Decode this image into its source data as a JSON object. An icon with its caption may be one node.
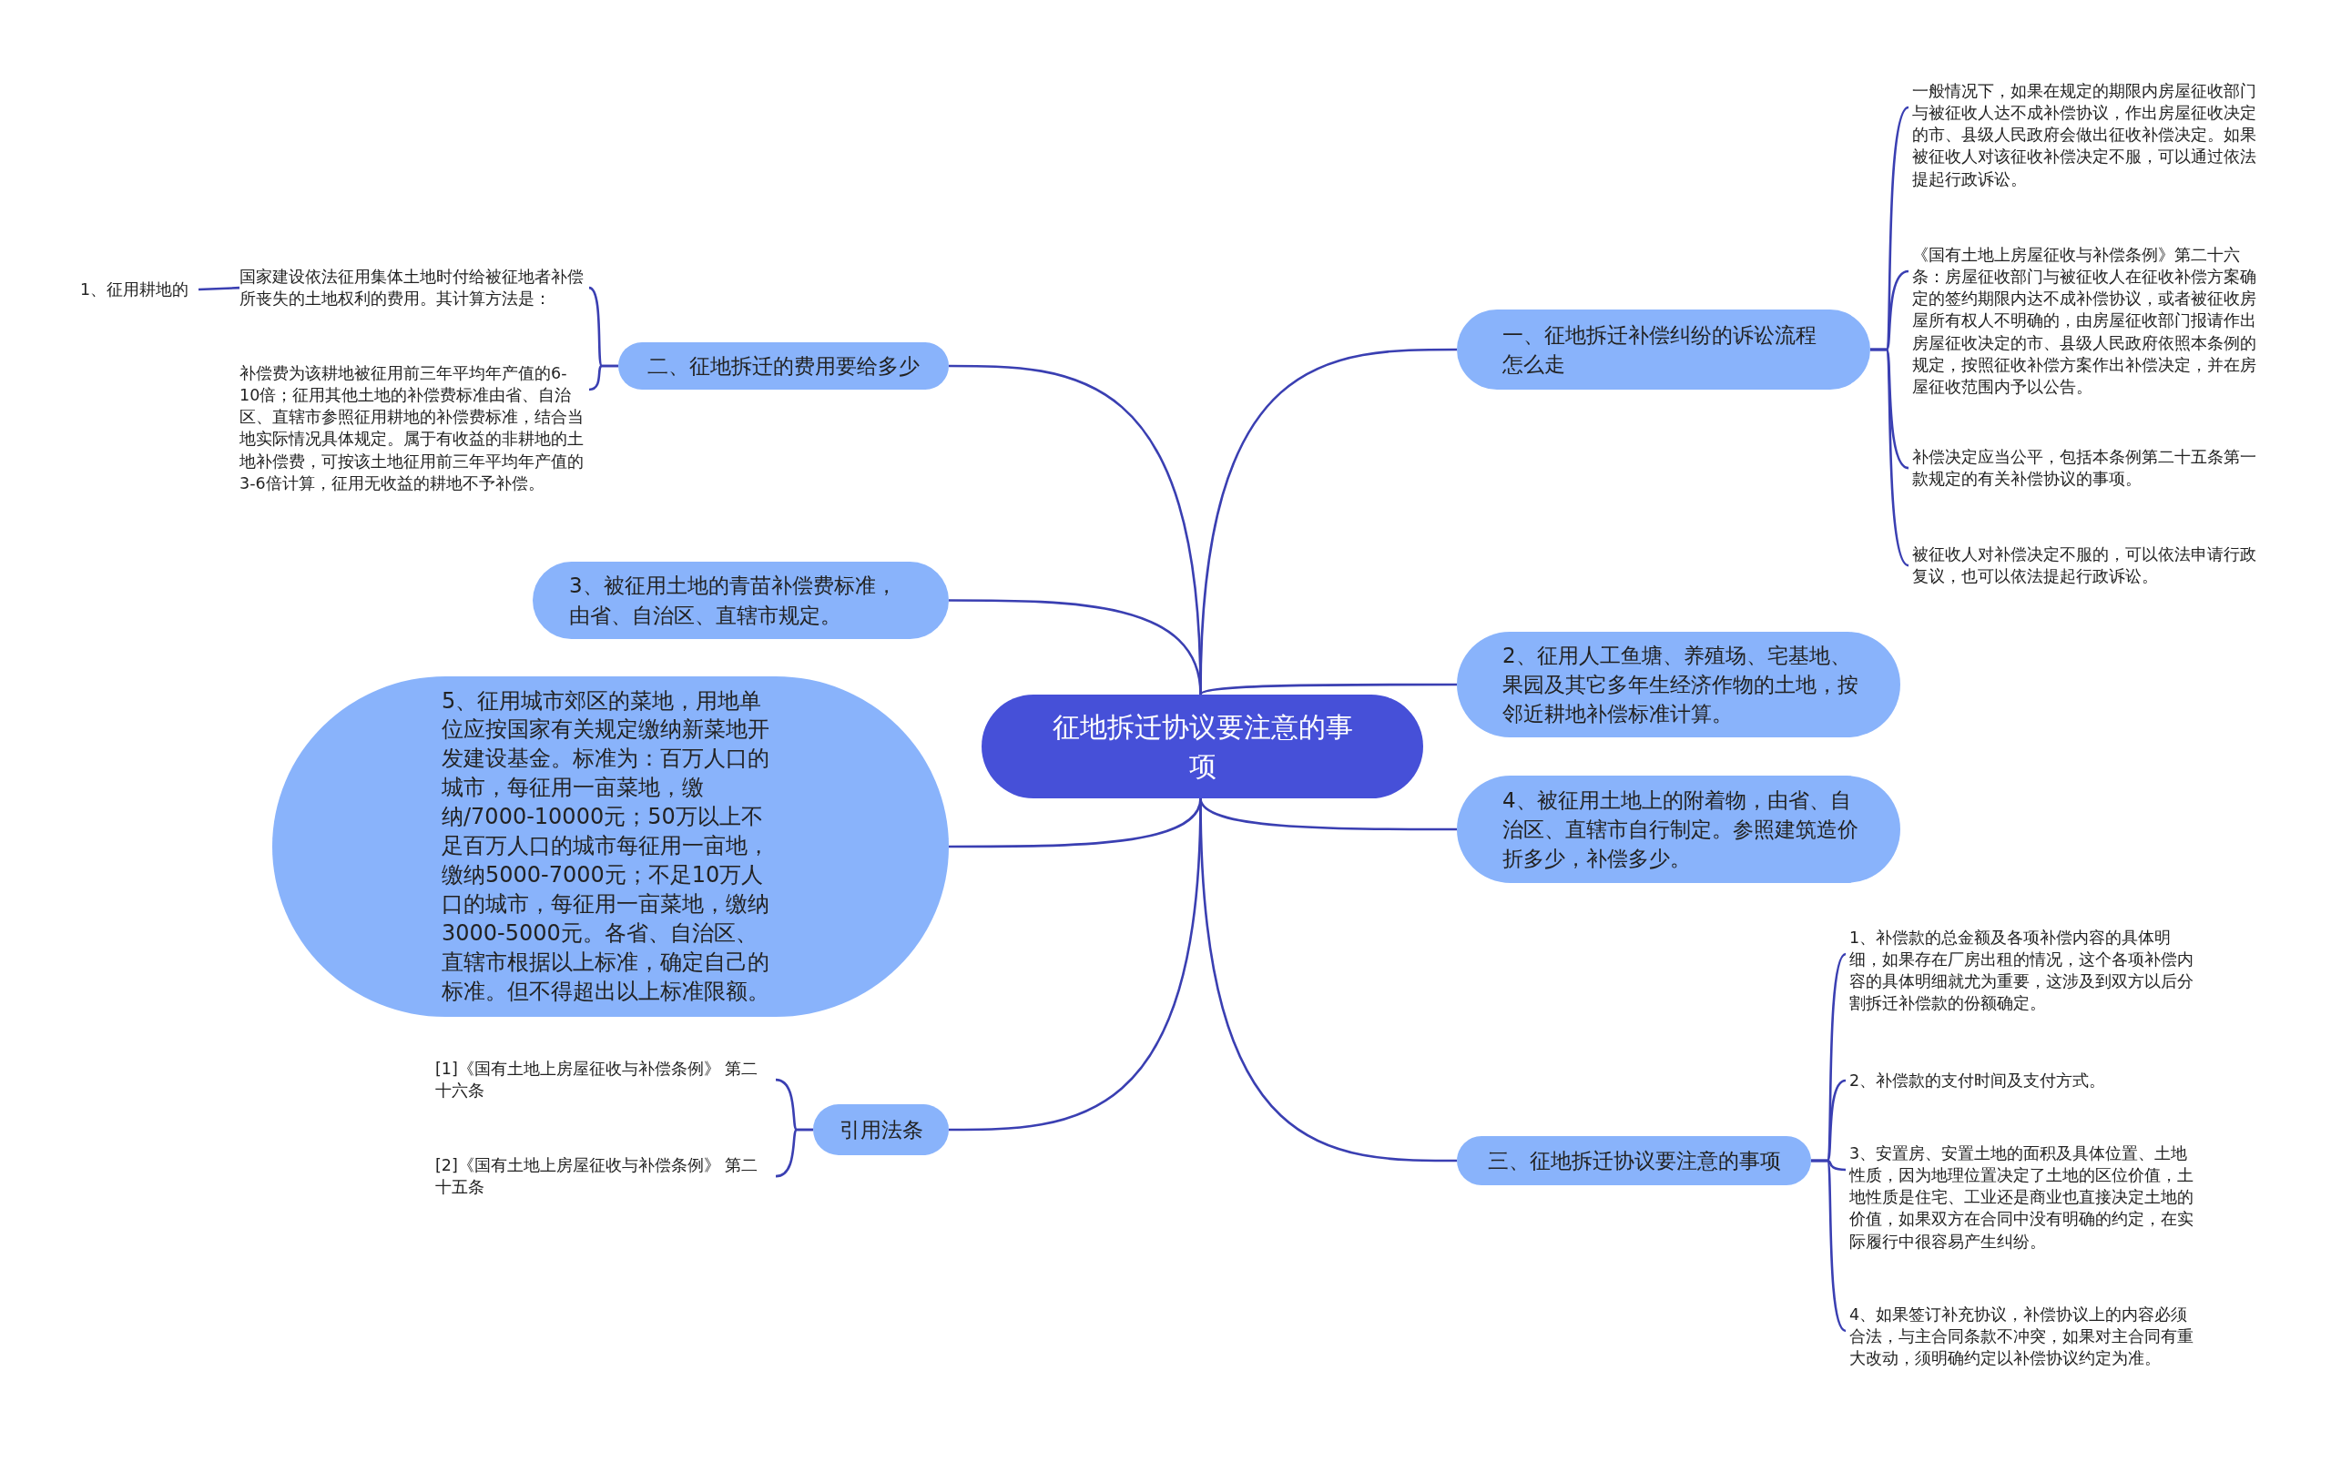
{
  "diagram": {
    "nodes": [
      {
        "text": [
          "征地拆迁协议要注意的事项"
        ]
      },
      {
        "text": [
          "一、征地拆迁补偿纠纷的诉讼流程怎么走"
        ]
      },
      {
        "text": [
          "一般情况下，如果在规定的期限内房屋征收部门与被征收人达不成补偿协议，作出房屋征收决定的市、县级人民政府会做出征收补偿决定。如果被征收人对该征收补偿决定不服，可以通过依法提起行政诉讼。"
        ]
      },
      {
        "text": [
          "《国有土地上房屋征收与补偿条例》第二十六条：房屋征收部门与被征收人在征收补偿方案确定的签约期限内达不成补偿协议，或者被征收房屋所有权人不明确的，由房屋征收部门报请作出房屋征收决定的市、县级人民政府依照本条例的规定，按照征收补偿方案作出补偿决定，并在房屋征收范围内予以公告。"
        ]
      },
      {
        "text": [
          "补偿决定应当公平，包括本条例第二十五条第一款规定的有关补偿协议的事项。"
        ]
      },
      {
        "text": [
          "被征收人对补偿决定不服的，可以依法申请行政复议，也可以依法提起行政诉讼。"
        ]
      },
      {
        "text": [
          "2、征用人工鱼塘、养殖场、宅基地、果园及其它多年生经济作物的土地，按邻近耕地补偿标准计算。"
        ]
      },
      {
        "text": [
          "4、被征用土地上的附着物，由省、自治区、直辖市自行制定。参照建筑造价折多少，补偿多少。"
        ]
      },
      {
        "text": [
          "三、征地拆迁协议要注意的事项"
        ]
      },
      {
        "text": [
          "1、补偿款的总金额及各项补偿内容的具体明细，如果存在厂房出租的情况，这个各项补偿内容的具体明细就尤为重要，这涉及到双方以后分割拆迁补偿款的份额确定。"
        ]
      },
      {
        "text": [
          "2、补偿款的支付时间及支付方式。"
        ]
      },
      {
        "text": [
          "3、安置房、安置土地的面积及具体位置、土地性质，因为地理位置决定了土地的区位价值，土地性质是住宅、工业还是商业也直接决定土地的价值，如果双方在合同中没有明确的约定，在实际履行中很容易产生纠纷。"
        ]
      },
      {
        "text": [
          "4、如果签订补充协议，补偿协议上的内容必须合法，与主合同条款不冲突，如果对主合同有重大改动，须明确约定以补偿协议约定为准。"
        ]
      },
      {
        "text": [
          "二、征地拆迁的费用要给多少"
        ]
      },
      {
        "text": [
          "国家建设依法征用集体土地时付给被征地者补偿所丧失的土地权利的费用。其计算方法是："
        ]
      },
      {
        "text": [
          "补偿费为该耕地被征用前三年平均年产值的6-10倍；征用其他土地的补偿费标准由省、自治区、直辖市参照征用耕地的补偿费标准，结合当地实际情况具体规定。属于有收益的非耕地的土地补偿费，可按该土地征用前三年平均年产值的3-6倍计算，征用无收益的耕地不予补偿。"
        ]
      },
      {
        "text": [
          "1、征用耕地的"
        ]
      },
      {
        "text": [
          "3、被征用土地的青苗补偿费标准，由省、自治区、直辖市规定。"
        ]
      },
      {
        "text": [
          "5、征用城市郊区的菜地，用地单位应按国家有关规定缴纳新菜地开发建设基金。标准为：百万人口的城市，每征用一亩菜地，缴纳/7000-10000元；50万以上不足百万人口的城市每征用一亩地，缴纳5000-7000元；不足10万人口的城市，每征用一亩菜地，缴纳3000-5000元。各省、自治区、直辖市根据以上标准，确定自己的标准。但不得超出以上标准限额。"
        ]
      },
      {
        "text": [
          "引用法条"
        ]
      },
      {
        "text": [
          "[1]《国有土地上房屋征收与补偿条例》 第二十六条"
        ]
      },
      {
        "text": [
          "[2]《国有土地上房屋征收与补偿条例》 第二十五条"
        ]
      }
    ],
    "edges": [
      {
        "from": 0,
        "to": 1,
        "arrow": "none"
      },
      {
        "from": 1,
        "to": 2,
        "arrow": "none"
      },
      {
        "from": 1,
        "to": 3,
        "arrow": "none"
      },
      {
        "from": 1,
        "to": 4,
        "arrow": "none"
      },
      {
        "from": 1,
        "to": 5,
        "arrow": "none"
      },
      {
        "from": 0,
        "to": 6,
        "arrow": "none"
      },
      {
        "from": 0,
        "to": 7,
        "arrow": "none"
      },
      {
        "from": 0,
        "to": 8,
        "arrow": "none"
      },
      {
        "from": 8,
        "to": 9,
        "arrow": "none"
      },
      {
        "from": 8,
        "to": 10,
        "arrow": "none"
      },
      {
        "from": 8,
        "to": 11,
        "arrow": "none"
      },
      {
        "from": 8,
        "to": 12,
        "arrow": "none"
      },
      {
        "from": 0,
        "to": 13,
        "arrow": "none"
      },
      {
        "from": 13,
        "to": 14,
        "arrow": "none"
      },
      {
        "from": 13,
        "to": 15,
        "arrow": "none"
      },
      {
        "from": 14,
        "to": 16,
        "arrow": "none"
      },
      {
        "from": 0,
        "to": 17,
        "arrow": "none"
      },
      {
        "from": 0,
        "to": 18,
        "arrow": "none"
      },
      {
        "from": 0,
        "to": 19,
        "arrow": "none"
      },
      {
        "from": 19,
        "to": 20,
        "arrow": "none"
      },
      {
        "from": 19,
        "to": 21,
        "arrow": "none"
      }
    ]
  }
}
